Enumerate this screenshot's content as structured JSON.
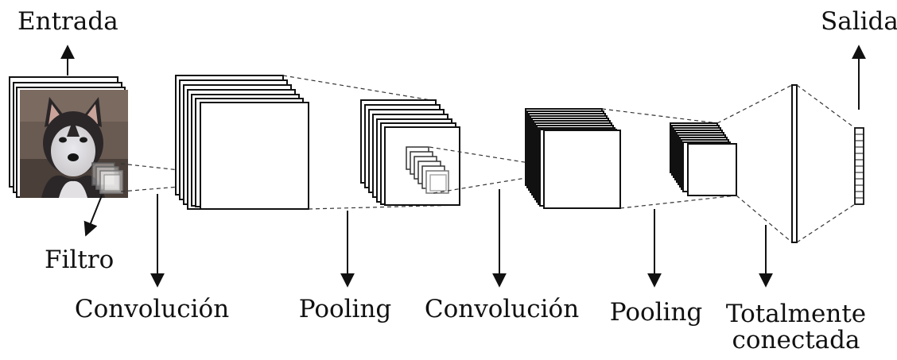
{
  "labels": {
    "input": "Entrada",
    "output": "Salida",
    "filter": "Filtro",
    "conv1": "Convolución",
    "pool1": "Pooling",
    "conv2": "Convolución",
    "pool2": "Pooling",
    "fully_connected_line1": "Totalmente",
    "fully_connected_line2": "conectada"
  },
  "colors": {
    "stroke": "#111111",
    "background": "#ffffff",
    "dashed": "#333333"
  },
  "input_image": {
    "subject": "husky-puppy-photo"
  }
}
